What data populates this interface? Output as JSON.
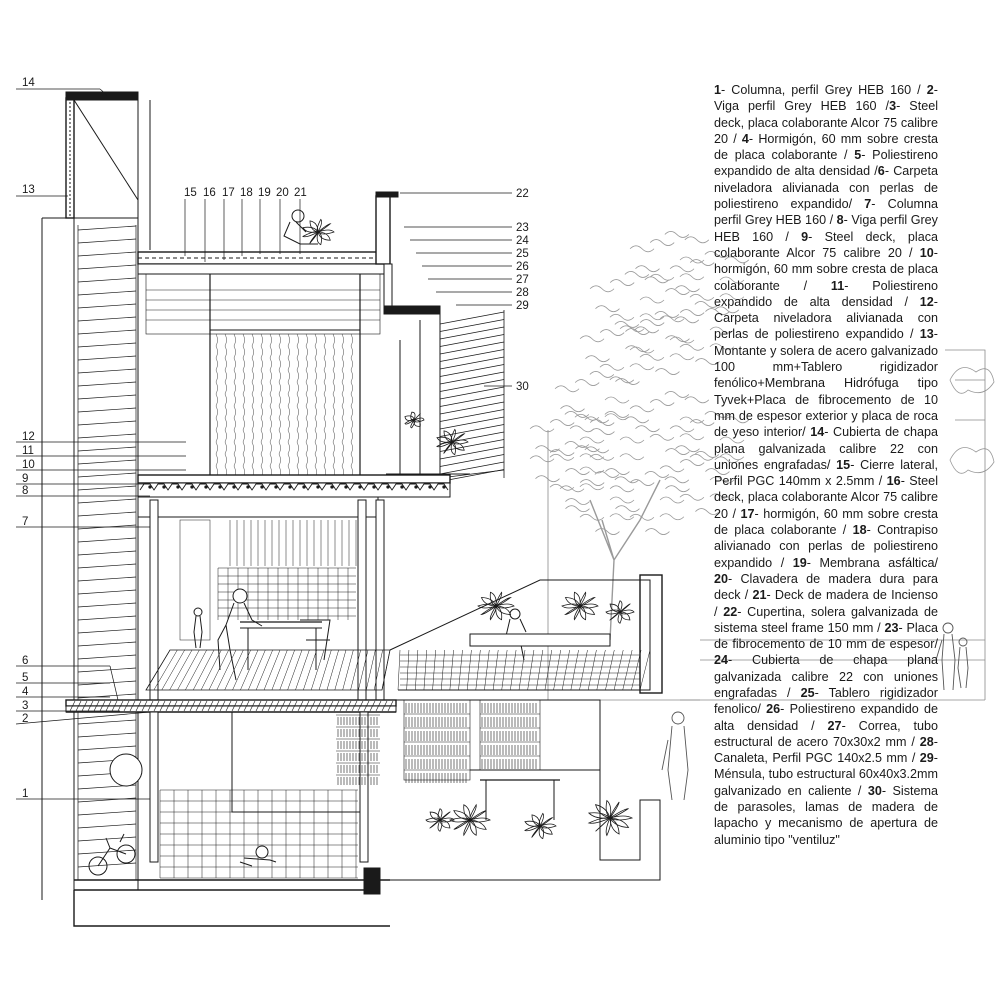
{
  "labels": {
    "l1": "1",
    "l2": "2",
    "l3": "3",
    "l4": "4",
    "l5": "5",
    "l6": "6",
    "l7": "7",
    "l8": "8",
    "l9": "9",
    "l10": "10",
    "l11": "11",
    "l12": "12",
    "l13": "13",
    "l14": "14",
    "l15": "15",
    "l16": "16",
    "l17": "17",
    "l18": "18",
    "l19": "19",
    "l20": "20",
    "l21": "21",
    "l22": "22",
    "l23": "23",
    "l24": "24",
    "l25": "25",
    "l26": "26",
    "l27": "27",
    "l28": "28",
    "l29": "29",
    "l30": "30"
  },
  "legend": [
    {
      "n": "1",
      "text": "- Columna, perfil Grey HEB 160 / "
    },
    {
      "n": "2",
      "text": "- Viga perfil Grey HEB 160 /"
    },
    {
      "n": "3",
      "text": "- Steel deck, placa colaborante Alcor 75 calibre 20 / "
    },
    {
      "n": "4",
      "text": "- Hormigón, 60 mm sobre cresta de placa colaborante / "
    },
    {
      "n": "5",
      "text": "- Poliestireno expandido de alta densidad /"
    },
    {
      "n": "6",
      "text": "- Carpeta niveladora alivianada con perlas de poliestireno expandido/ "
    },
    {
      "n": "7",
      "text": "- Columna perfil Grey HEB 160 / "
    },
    {
      "n": "8",
      "text": "- Viga perfil Grey HEB 160 / "
    },
    {
      "n": "9",
      "text": "- Steel deck, placa colaborante Alcor 75 calibre 20 / "
    },
    {
      "n": "10",
      "text": "- hormigón, 60 mm sobre cresta de placa colaborante / "
    },
    {
      "n": "11",
      "text": "- Poliestireno expandido de alta densidad / "
    },
    {
      "n": "12",
      "text": "- Carpeta niveladora alivianada con perlas de poliestireno expandido / "
    },
    {
      "n": "13",
      "text": "- Montante y solera de acero galvanizado 100 mm+Tablero rigidizador fenólico+Membrana Hidrófuga tipo Tyvek+Placa de fibrocemento de 10 mm de espesor exterior y placa de roca de yeso interior/ "
    },
    {
      "n": "14",
      "text": "- Cubierta de chapa plana galvanizada calibre 22 con uniones engrafadas/ "
    },
    {
      "n": "15",
      "text": "- Cierre lateral, Perfil PGC 140mm x 2.5mm / "
    },
    {
      "n": "16",
      "text": "- Steel deck, placa colaborante Alcor 75 calibre 20 / "
    },
    {
      "n": "17",
      "text": "- hormigón, 60 mm sobre cresta de placa colaborante / "
    },
    {
      "n": "18",
      "text": "- Contrapiso alivianado con perlas de poliestireno expandido / "
    },
    {
      "n": "19",
      "text": "- Membrana asfáltica/ "
    },
    {
      "n": "20",
      "text": "- Clavadera de madera dura para deck / "
    },
    {
      "n": "21",
      "text": "- Deck de madera de Incienso / "
    },
    {
      "n": "22",
      "text": "- Cupertina, solera galvanizada de sistema steel frame 150 mm / "
    },
    {
      "n": "23",
      "text": "- Placa de fibrocemento de 10 mm de espesor/ "
    },
    {
      "n": "24",
      "text": "- Cubierta de chapa plana galvanizada calibre 22 con uniones engrafadas / "
    },
    {
      "n": "25",
      "text": "- Tablero rigidizador fenolico/ "
    },
    {
      "n": "26",
      "text": "- Poliestireno expandido de alta densidad / "
    },
    {
      "n": "27",
      "text": "- Correa, tubo estructural de acero 70x30x2 mm / "
    },
    {
      "n": "28",
      "text": "- Canaleta, Perfil PGC 140x2.5 mm / "
    },
    {
      "n": "29",
      "text": "- Ménsula, tubo estructural 60x40x3.2mm galvanizado en caliente / "
    },
    {
      "n": "30",
      "text": "- Sistema de parasoles, lamas de madera de lapacho y mecanismo de apertura de aluminio tipo \"ventiluz\""
    }
  ],
  "colors": {
    "ink": "#1a1a1a",
    "tree": "#9a9a9a",
    "background": "#ffffff"
  }
}
